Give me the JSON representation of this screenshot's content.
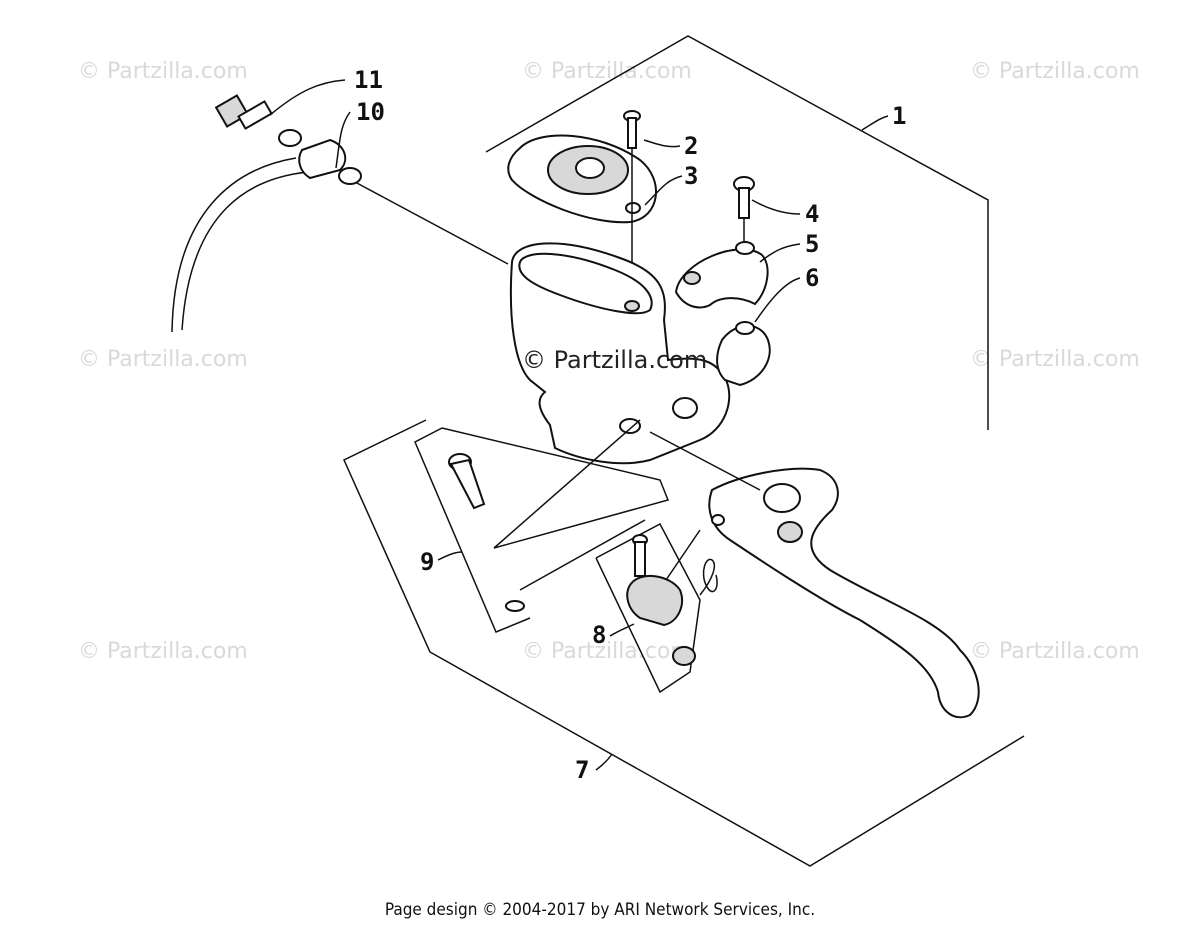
{
  "watermarks": [
    "© Partzilla.com",
    "© Partzilla.com",
    "© Partzilla.com",
    "© Partzilla.com",
    "© Partzilla.com",
    "© Partzilla.com",
    "© Partzilla.com",
    "© Partzilla.com",
    "© Partzilla.com"
  ],
  "center_watermark": "© Partzilla.com",
  "callouts": [
    "1",
    "2",
    "3",
    "4",
    "5",
    "6",
    "7",
    "8",
    "9",
    "10",
    "11"
  ],
  "footer": "Page design © 2004-2017 by ARI Network Services, Inc."
}
